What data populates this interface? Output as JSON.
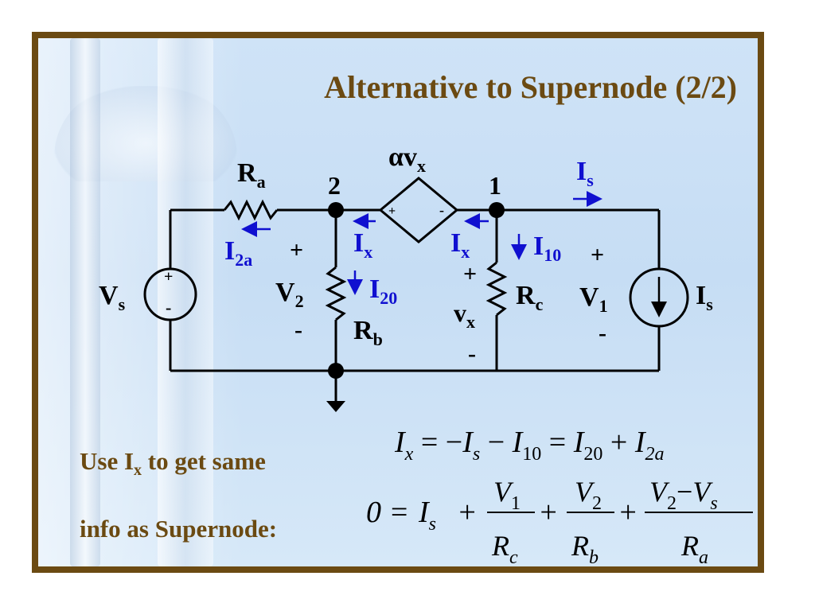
{
  "title": "Alternative to Supernode (2/2)",
  "note": {
    "line1_pre": "Use I",
    "line1_sub": "x",
    "line1_post": " to get same",
    "line2": "info as Supernode:"
  },
  "circuit": {
    "source_label": "αv",
    "source_label_sub": "x",
    "node2": "2",
    "node1": "1",
    "Ra": "R",
    "Ra_sub": "a",
    "Rb": "R",
    "Rb_sub": "b",
    "Rc": "R",
    "Rc_sub": "c",
    "Vs": "V",
    "Vs_sub": "s",
    "V2": "V",
    "V2_sub": "2",
    "V1": "V",
    "V1_sub": "1",
    "vx": "v",
    "vx_sub": "x",
    "Is_label": "I",
    "Is_sub": "s",
    "Is_arrow": "I",
    "Is_arrow_sub": "s",
    "I2a": "I",
    "I2a_sub": "2a",
    "Ix": "I",
    "Ix_sub": "x",
    "I20": "I",
    "I20_sub": "20",
    "I10": "I",
    "I10_sub": "10",
    "plus": "+",
    "minus": "-"
  },
  "equations": {
    "eq1": [
      "I",
      "x",
      " = −",
      "I",
      "s",
      " − ",
      "I",
      "10",
      " = ",
      "I",
      "20",
      " + ",
      "I",
      "2a"
    ],
    "eq2_lhs": "0 = ",
    "eq2_t1": "I",
    "eq2_t1_sub": "s",
    "frac1_num": "V",
    "frac1_num_sub": "1",
    "frac1_den": "R",
    "frac1_den_sub": "c",
    "frac2_num": "V",
    "frac2_num_sub": "2",
    "frac2_den": "R",
    "frac2_den_sub": "b",
    "frac3_num_a": "V",
    "frac3_num_a_sub": "2",
    "frac3_num_b": "V",
    "frac3_num_b_sub": "s",
    "frac3_den": "R",
    "frac3_den_sub": "a",
    "plus": "+",
    "minus": "−"
  },
  "colors": {
    "title": "#6b4a12",
    "current_labels": "#1010d0",
    "frame": "#6b4a12"
  }
}
